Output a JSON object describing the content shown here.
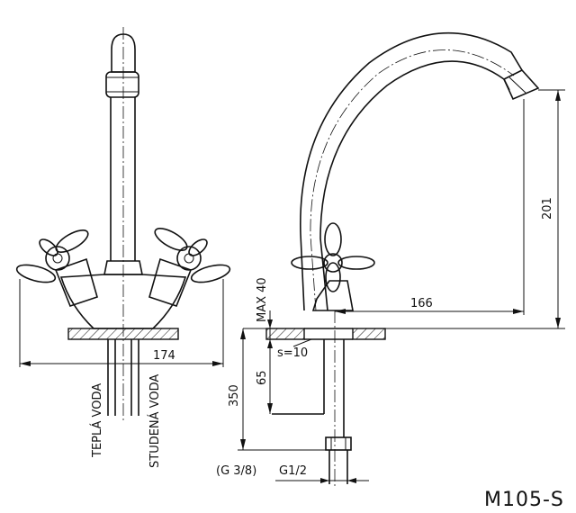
{
  "labels": {
    "hot_water": "TEPLÁ VODA",
    "cold_water": "STUDENÁ VODA",
    "max_40": "MAX 40",
    "s10": "s=10",
    "thread_g38": "(G 3/8)",
    "thread_g12": "G1/2",
    "model": "M105-S"
  },
  "dimensions": {
    "width_174": "174",
    "reach_166": "166",
    "height_201": "201",
    "len_350": "350",
    "len_65": "65"
  }
}
